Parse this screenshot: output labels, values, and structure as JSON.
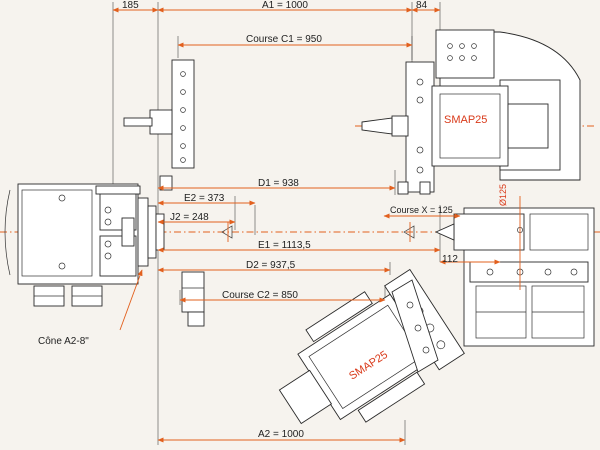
{
  "accent_color": "#e2601e",
  "label_color": "#d93a1a",
  "labels": {
    "d185": "185",
    "a1": "A1 = 1000",
    "d84": "84",
    "course_c1": "Course C1 = 950",
    "smap_top": "SMAP25",
    "d1": "D1 = 938",
    "e2": "E2 = 373",
    "j2": "J2 = 248",
    "course_x": "Course X = 125",
    "phi125": "Ø125",
    "e1": "E1 = 1113,5",
    "d112": "112",
    "d2": "D2 = 937,5",
    "course_c2": "Course C2 = 850",
    "cone": "Cône A2-8\"",
    "smap_bottom": "SMAP25",
    "a2": "A2 = 1000"
  }
}
